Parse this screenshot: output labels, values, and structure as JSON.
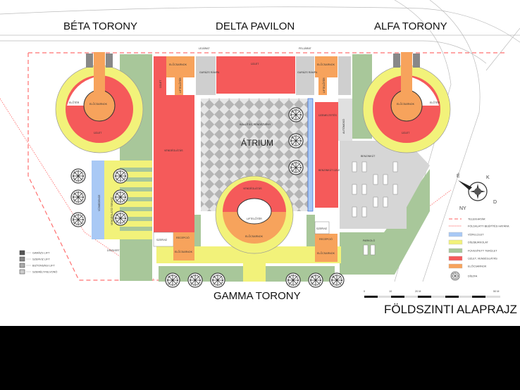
{
  "titles": {
    "beta": "BÉTA TORONY",
    "delta": "DELTA PAVILON",
    "alfa": "ALFA TORONY",
    "gamma": "GAMMA TORONY",
    "atrium": "ÁTRIUM",
    "plan_title": "FÖLDSZINTI ALAPRAJZ"
  },
  "rooms": {
    "lejarat": "LEJÁRAT",
    "feljarat": "FELJÁRAT",
    "uzlet": "ÜZLET",
    "elocsarnok": "ELŐCSARNOK",
    "garazs_rampa": "GARÁZS RÁMPA",
    "liftelotér": "LIFTELŐTÉR",
    "szerviz": "SZERVIZ",
    "recepcio": "RECEPCIÓ",
    "vendeglatas": "VENDÉGLÁTÁS",
    "uzemeltetes": "ÜZEMELTETÉS",
    "benzinkut": "BENZINKÚT",
    "benzinkut_uzlet": "BENZINKÚT ÜZLET",
    "parkolo": "PARKOLÓ",
    "kiallitas": "KIÁLLÍTÁS, RENDEZVÉNY",
    "eloter": "ELŐTÉR",
    "vendeglato_terasz": "VENDÉGLÁTÓ TERASZ",
    "vizmedence": "VÍZMEDENCE",
    "diszkert": "DÍSZKERT",
    "autómosó": "AUTÓMOSÓ"
  },
  "legend_lifts": [
    {
      "label": "GARÁZS LIFT",
      "color": "#555555"
    },
    {
      "label": "SZERVIZ LIFT",
      "color": "#888888"
    },
    {
      "label": "BIZTONSÁGI LIFT",
      "color": "#aaaaaa"
    },
    {
      "label": "SZEMÉLYFELVONÓ",
      "color": "#cccccc"
    }
  ],
  "legend": [
    {
      "label": "TELEKHATÁR",
      "type": "dash",
      "color": "#ff8080"
    },
    {
      "label": "FÖLDALATTI BEÉPÍTÉS HATÁRA",
      "type": "dot",
      "color": "#ff6666"
    },
    {
      "label": "VÍZFELÜLET",
      "type": "fill",
      "color": "#a9c9f5"
    },
    {
      "label": "DÍSZBURKOLAT",
      "type": "fill",
      "color": "#f2f27a"
    },
    {
      "label": "FÜVESÍTETT TERÜLET",
      "type": "fill",
      "color": "#a8c79a"
    },
    {
      "label": "ÜZLET, VENDÉGLÁTÁS",
      "type": "fill",
      "color": "#f55a5a"
    },
    {
      "label": "ELŐCSARNOK",
      "type": "fill",
      "color": "#f7a35c"
    },
    {
      "label": "DÍSZFA",
      "type": "tree",
      "color": "#555555"
    }
  ],
  "compass": {
    "labels": [
      "É",
      "K",
      "D",
      "NY"
    ]
  },
  "scale": {
    "ticks": [
      "0",
      "10",
      "20 M",
      "50 M"
    ]
  },
  "colors": {
    "shop": "#f55a5a",
    "lobby": "#f7a35c",
    "paving": "#f2f27a",
    "grass": "#a8c79a",
    "water": "#a9c9f5",
    "road": "#d4d4d4",
    "boundary": "#ff7070"
  }
}
